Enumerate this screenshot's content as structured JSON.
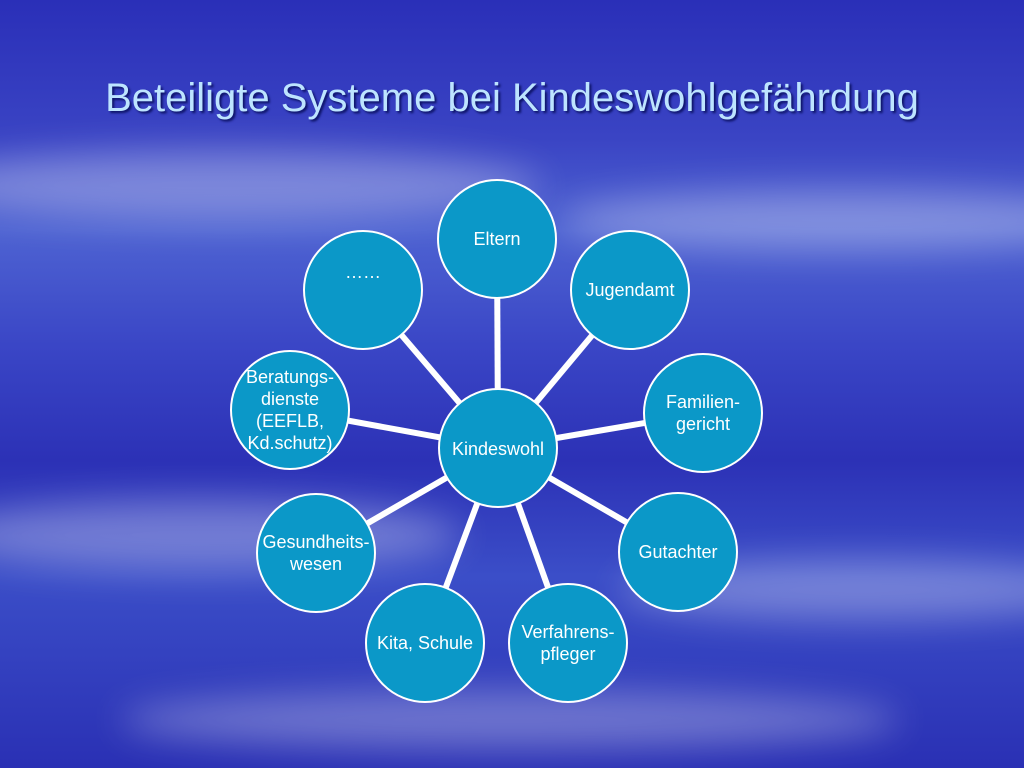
{
  "title": "Beteiligte Systeme bei Kindeswohlgefährdung",
  "colors": {
    "node_fill": "#0b98c8",
    "node_border": "#ffffff",
    "connector": "#ffffff",
    "title": "#bde4ff"
  },
  "diagram": {
    "center": {
      "label": "Kindeswohl"
    },
    "nodes": [
      {
        "id": "eltern",
        "label": "Eltern"
      },
      {
        "id": "jugendamt",
        "label": "Jugendamt"
      },
      {
        "id": "familiengericht",
        "label": "Familien-\ngericht"
      },
      {
        "id": "gutachter",
        "label": "Gutachter"
      },
      {
        "id": "verfahrenspfleger",
        "label": "Verfahrens-\npfleger"
      },
      {
        "id": "kita-schule",
        "label": "Kita, Schule"
      },
      {
        "id": "gesundheitswesen",
        "label": "Gesundheits-\nwesen"
      },
      {
        "id": "beratungsdienste",
        "label": "Beratungs-\ndienste\n(EEFLB,\nKd.schutz)"
      },
      {
        "id": "weitere",
        "label": "……"
      }
    ]
  }
}
